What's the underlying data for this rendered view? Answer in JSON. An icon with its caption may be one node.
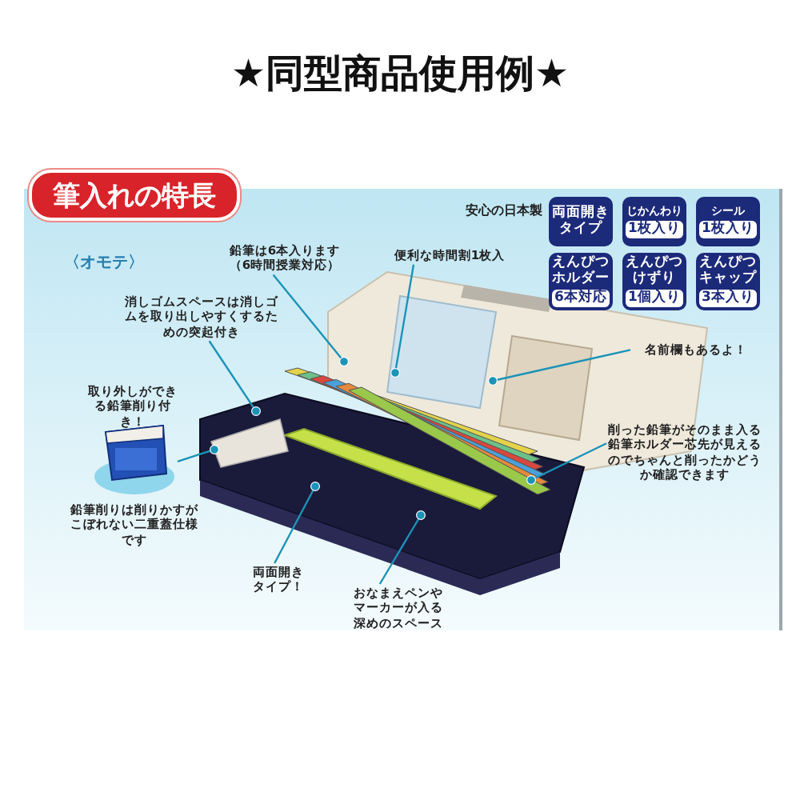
{
  "diagram": {
    "title": "★同型商品使用例★",
    "nodes": [
      {
        "text": [
          "筆入れの特長"
        ]
      },
      {
        "text": [
          "両面開きタイプ"
        ]
      },
      {
        "text": [
          "じかんわり",
          "1枚入り"
        ]
      },
      {
        "text": [
          "シール",
          "1枚入り"
        ]
      },
      {
        "text": [
          "えんぴつホルダー",
          "6本対応"
        ]
      },
      {
        "text": [
          "えんぴつけずり",
          "1個入り"
        ]
      },
      {
        "text": [
          "えんぴつキャップ",
          "3本入り"
        ]
      },
      {
        "text": [
          "鉛筆は6本入ります（6時間授業対応）"
        ]
      },
      {
        "text": [
          "便利な時間割1枚入"
        ]
      },
      {
        "text": [
          "消しゴムスペースは消しゴムを取り出しやすくするための突起付き"
        ]
      },
      {
        "text": [],
        "shape": "picture",
        "beside": [
          "取り外しができる鉛筆削り付き！",
          "鉛筆削りは削りかすがこぼれない二重蓋仕様です"
        ]
      },
      {
        "text": [
          "名前欄もあるよ！"
        ]
      },
      {
        "text": [
          "削った鉛筆がそのまま入る鉛筆ホルダー芯先が見えるのでちゃんと削ったかどうか確認できます"
        ]
      },
      {
        "text": [
          "両面開きタイプ！"
        ]
      },
      {
        "text": [
          "おなまえペンやマーカーが入る深めのスペース"
        ]
      }
    ],
    "edges": [
      {
        "from": 7,
        "to": null,
        "arrow": "other"
      },
      {
        "from": 8,
        "to": null,
        "arrow": "other"
      },
      {
        "from": 9,
        "to": null,
        "arrow": "other"
      },
      {
        "from": 11,
        "to": null,
        "arrow": "other"
      },
      {
        "from": 10,
        "to": null,
        "arrow": "other"
      },
      {
        "from": 12,
        "to": null,
        "arrow": "other"
      },
      {
        "from": 13,
        "to": null,
        "arrow": "other"
      },
      {
        "from": 14,
        "to": null,
        "arrow": "other"
      }
    ],
    "labels": [
      "〈オモテ〉",
      "安心の日本製"
    ]
  }
}
